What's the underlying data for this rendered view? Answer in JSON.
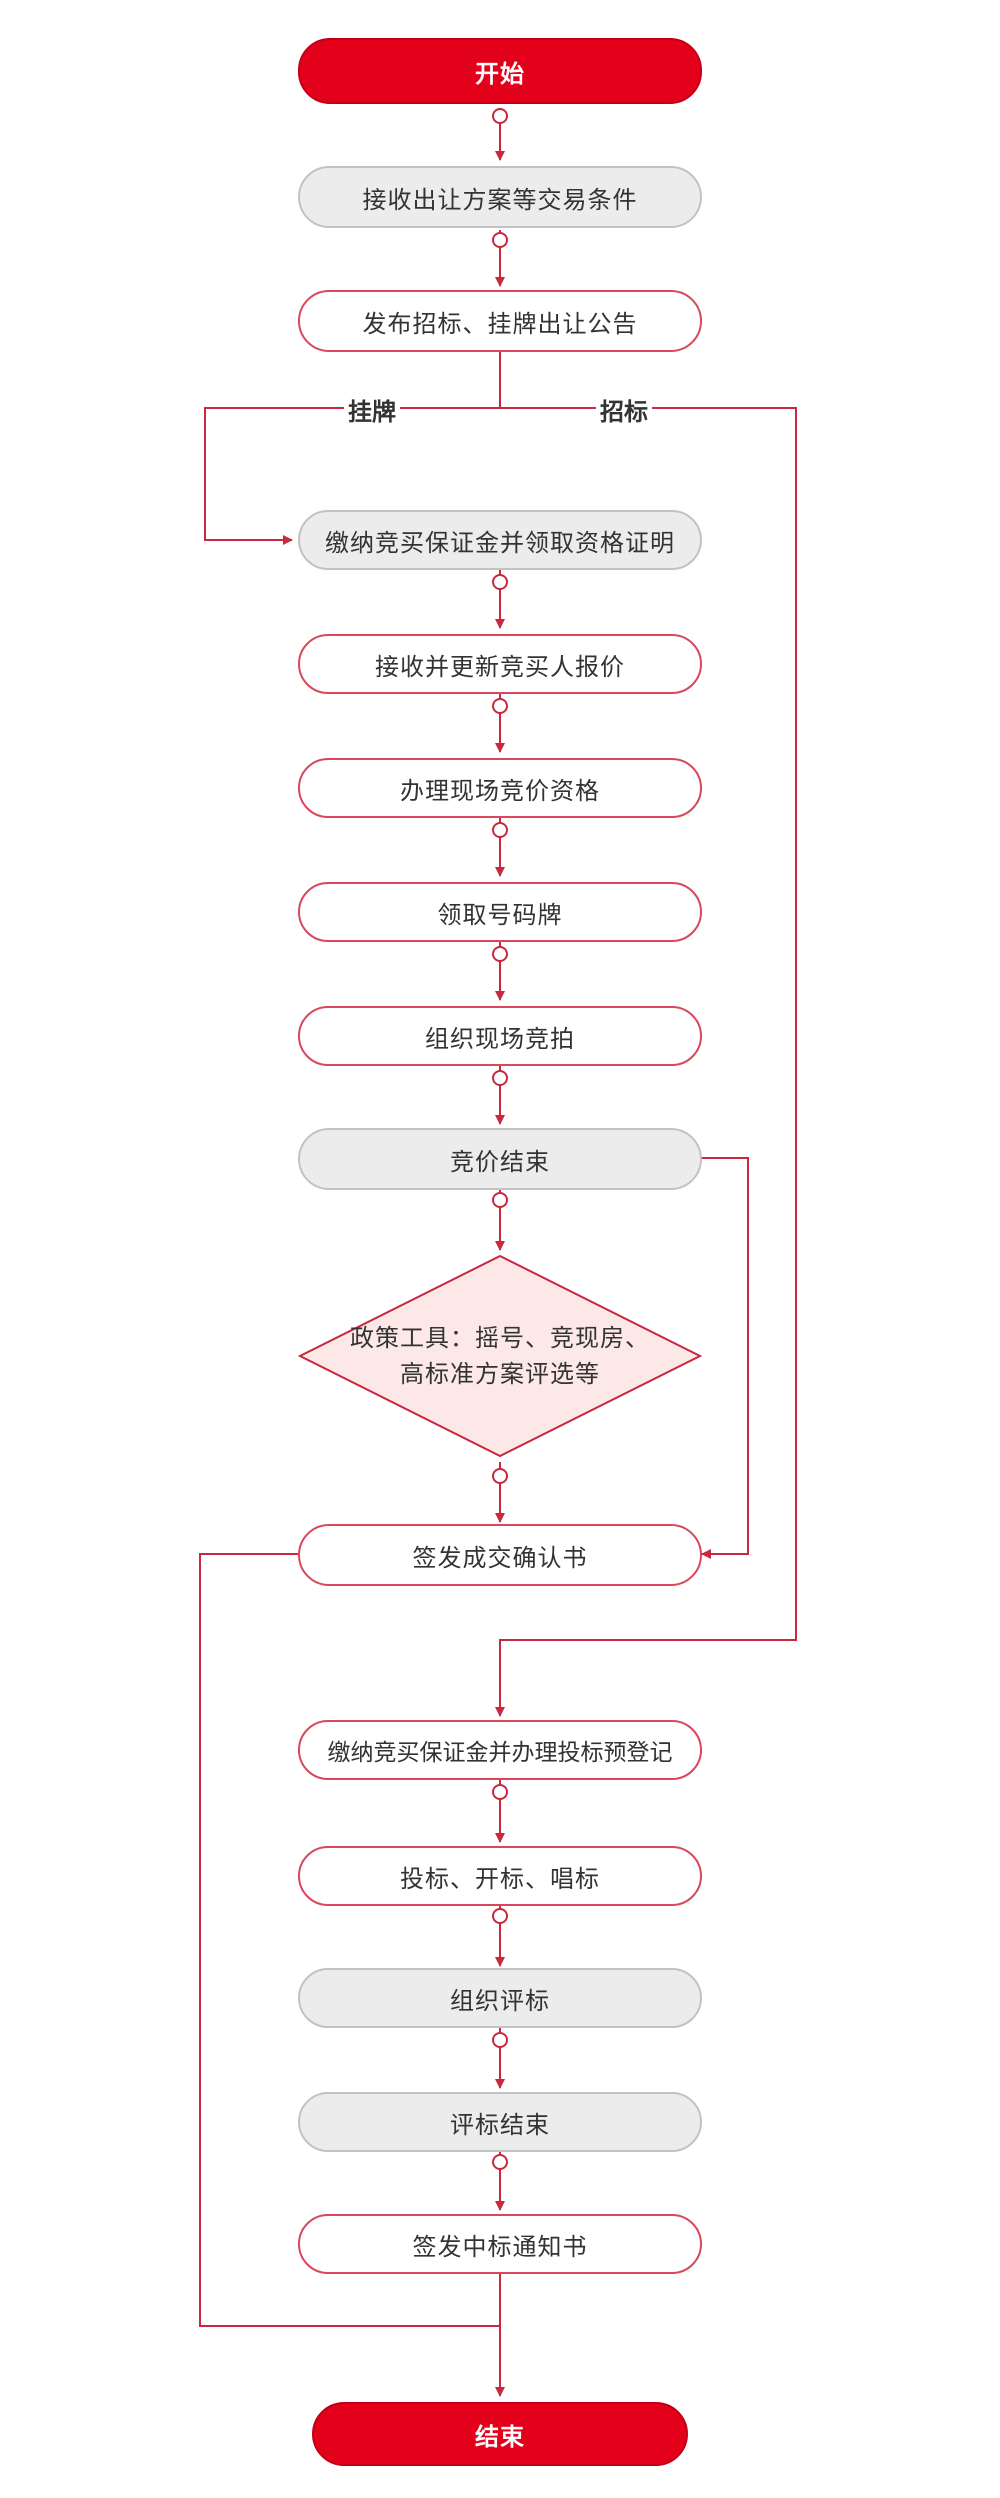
{
  "nodes": {
    "start": "开始",
    "receive_plan": "接收出让方案等交易条件",
    "publish_notice": "发布招标、挂牌出让公告",
    "pay_deposit_qualify": "缴纳竞买保证金并领取资格证明",
    "receive_update_quote": "接收并更新竞买人报价",
    "onsite_qualification": "办理现场竞价资格",
    "get_number_plate": "领取号码牌",
    "organize_auction": "组织现场竞拍",
    "bidding_end": "竞价结束",
    "policy_tools_line1": "政策工具：摇号、竞现房、",
    "policy_tools_line2": "高标准方案评选等",
    "issue_confirmation": "签发成交确认书",
    "pay_deposit_register": "缴纳竞买保证金并办理投标预登记",
    "bid_open_sing": "投标、开标、唱标",
    "organize_evaluation": "组织评标",
    "evaluation_end": "评标结束",
    "issue_award_notice": "签发中标通知书",
    "end": "结束"
  },
  "branches": {
    "listing": "挂牌",
    "tender": "招标"
  },
  "colors": {
    "accent": "#e3001b",
    "line": "#c9283e",
    "gray_fill": "#ececec",
    "diamond_fill": "#fde8e8"
  }
}
